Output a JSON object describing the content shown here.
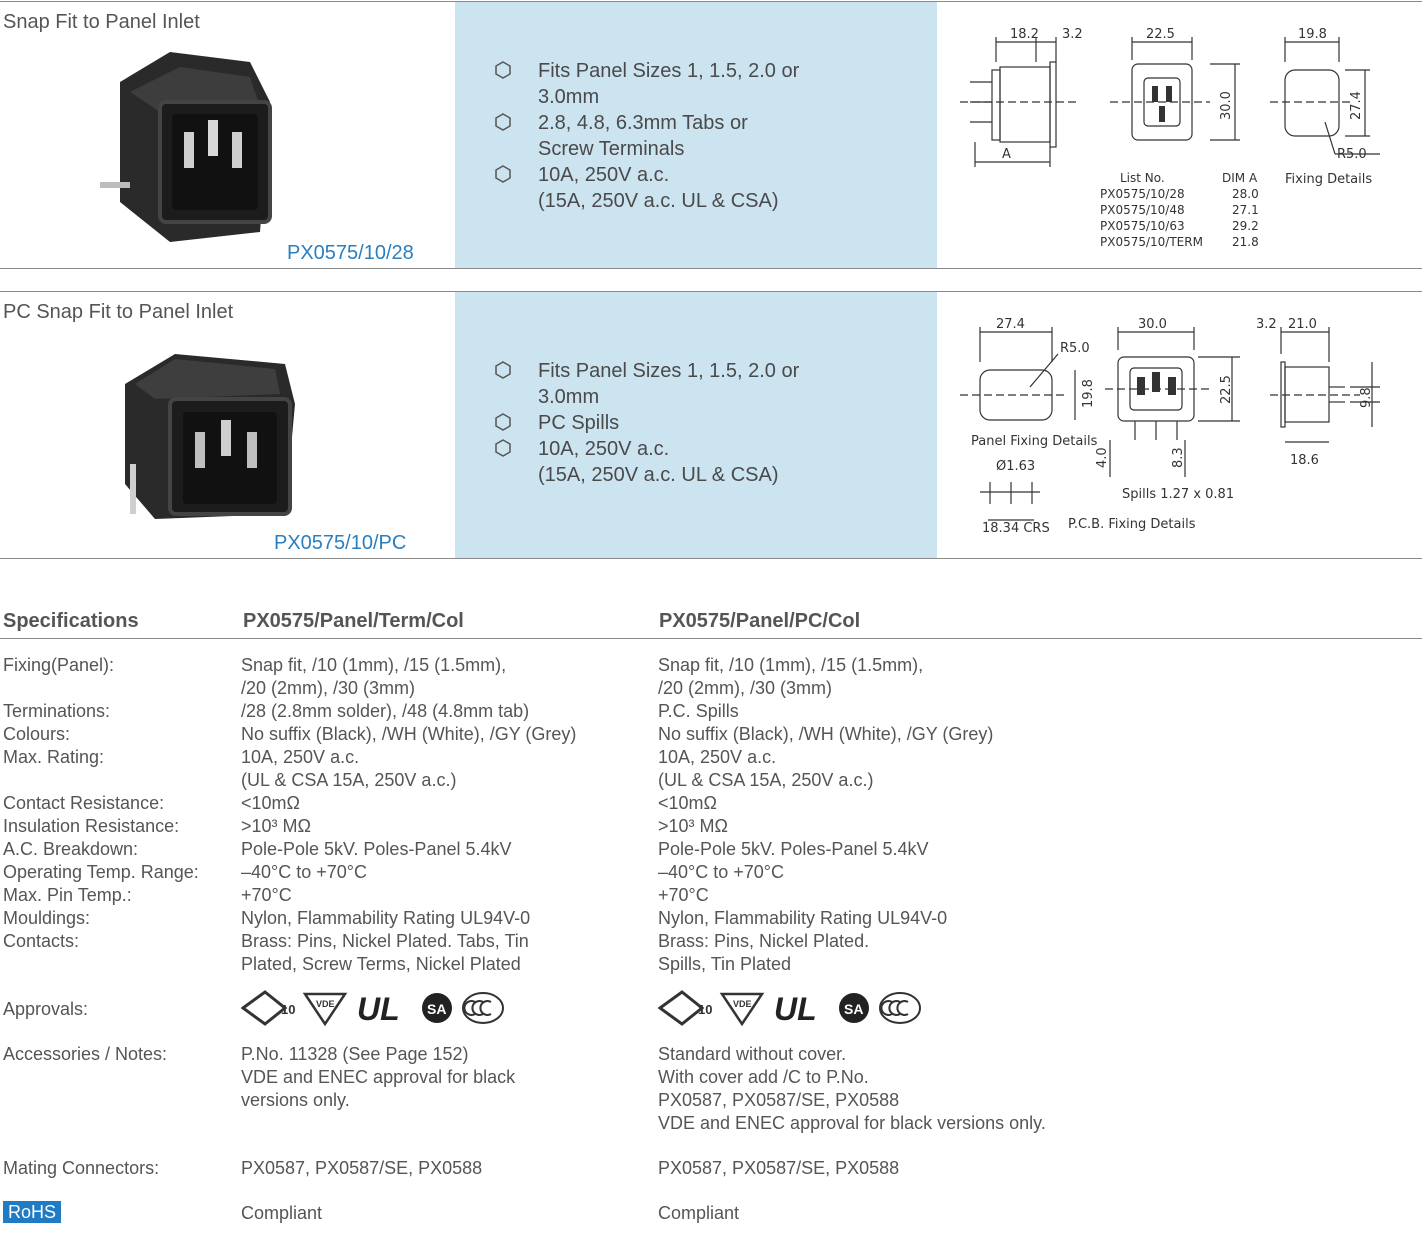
{
  "products": [
    {
      "title": "Snap Fit to Panel Inlet",
      "code": "PX0575/10/28",
      "features": [
        [
          "Fits Panel Sizes 1, 1.5, 2.0 or",
          "3.0mm"
        ],
        [
          "2.8, 4.8, 6.3mm Tabs or",
          "Screw Terminals"
        ],
        [
          "10A, 250V a.c.",
          "(15A, 250V a.c. UL & CSA)"
        ]
      ],
      "drawing": {
        "dims": [
          "18.2",
          "3.2",
          "22.5",
          "19.8",
          "30.0",
          "27.4",
          "A",
          "R5.0"
        ],
        "fixing_label": "Fixing Details",
        "list_header": [
          "List No.",
          "DIM A"
        ],
        "list": [
          [
            "PX0575/10/28",
            "28.0"
          ],
          [
            "PX0575/10/48",
            "27.1"
          ],
          [
            "PX0575/10/63",
            "29.2"
          ],
          [
            "PX0575/10/TERM",
            "21.8"
          ]
        ]
      }
    },
    {
      "title": "PC Snap Fit to Panel Inlet",
      "code": "PX0575/10/PC",
      "features": [
        [
          "Fits Panel Sizes 1, 1.5, 2.0 or",
          "3.0mm"
        ],
        [
          "PC Spills"
        ],
        [
          "10A, 250V a.c.",
          "(15A, 250V a.c. UL & CSA)"
        ]
      ],
      "drawing": {
        "dims": [
          "27.4",
          "R5.0",
          "19.8",
          "30.0",
          "22.5",
          "3.2",
          "21.0",
          "9.8",
          "18.6",
          "4.0",
          "8.3",
          "Ø1.63",
          "18.34 CRS"
        ],
        "panel_label": "Panel Fixing Details",
        "spills_label": "Spills 1.27 x 0.81",
        "pcb_label": "P.C.B. Fixing Details"
      }
    }
  ],
  "specs": {
    "header": [
      "Specifications",
      "PX0575/Panel/Term/Col",
      "PX0575/Panel/PC/Col"
    ],
    "rows": [
      {
        "label": "Fixing(Panel):",
        "col1": [
          "Snap fit, /10 (1mm), /15 (1.5mm),",
          "/20 (2mm), /30 (3mm)"
        ],
        "col2": [
          "Snap fit, /10 (1mm), /15 (1.5mm),",
          "/20 (2mm), /30 (3mm)"
        ]
      },
      {
        "label": "Terminations:",
        "col1": [
          "/28 (2.8mm solder), /48 (4.8mm tab)"
        ],
        "col2": [
          "P.C. Spills"
        ]
      },
      {
        "label": "Colours:",
        "col1": [
          "No suffix (Black), /WH (White), /GY (Grey)"
        ],
        "col2": [
          "No suffix (Black), /WH (White), /GY (Grey)"
        ]
      },
      {
        "label": "Max. Rating:",
        "col1": [
          "10A, 250V a.c.",
          "(UL & CSA 15A, 250V a.c.)"
        ],
        "col2": [
          "10A, 250V a.c.",
          "(UL & CSA 15A, 250V a.c.)"
        ]
      },
      {
        "label": "Contact Resistance:",
        "col1": [
          "<10mΩ"
        ],
        "col2": [
          "<10mΩ"
        ]
      },
      {
        "label": "Insulation Resistance:",
        "col1": [
          ">10³ MΩ"
        ],
        "col2": [
          ">10³ MΩ"
        ]
      },
      {
        "label": "A.C. Breakdown:",
        "col1": [
          "Pole-Pole 5kV. Poles-Panel 5.4kV"
        ],
        "col2": [
          "Pole-Pole 5kV. Poles-Panel 5.4kV"
        ]
      },
      {
        "label": "Operating Temp. Range:",
        "col1": [
          "–40°C to +70°C"
        ],
        "col2": [
          "–40°C to +70°C"
        ]
      },
      {
        "label": "Max. Pin Temp.:",
        "col1": [
          "+70°C"
        ],
        "col2": [
          "+70°C"
        ]
      },
      {
        "label": "Mouldings:",
        "col1": [
          "Nylon, Flammability Rating UL94V-0"
        ],
        "col2": [
          "Nylon, Flammability Rating UL94V-0"
        ]
      },
      {
        "label": "Contacts:",
        "col1": [
          "Brass: Pins, Nickel Plated. Tabs, Tin",
          "Plated, Screw Terms, Nickel Plated"
        ],
        "col2": [
          "Brass: Pins, Nickel Plated.",
          "Spills, Tin Plated"
        ]
      }
    ],
    "approvals_label": "Approvals:",
    "approval_marks": [
      "10",
      "VDE",
      "UL",
      "SA"
    ],
    "accessories": {
      "label": "Accessories / Notes:",
      "col1": [
        "P.No. 11328 (See Page 152)",
        "VDE and ENEC approval for black",
        "versions only."
      ],
      "col2": [
        "Standard without cover.",
        "With cover add /C to P.No.",
        "PX0587, PX0587/SE, PX0588",
        "VDE and ENEC approval for black versions only."
      ]
    },
    "mating": {
      "label": "Mating Connectors:",
      "col1": "PX0587, PX0587/SE, PX0588",
      "col2": "PX0587, PX0587/SE, PX0588"
    },
    "rohs": {
      "label": "RoHS",
      "col1": "Compliant",
      "col2": "Compliant"
    }
  }
}
